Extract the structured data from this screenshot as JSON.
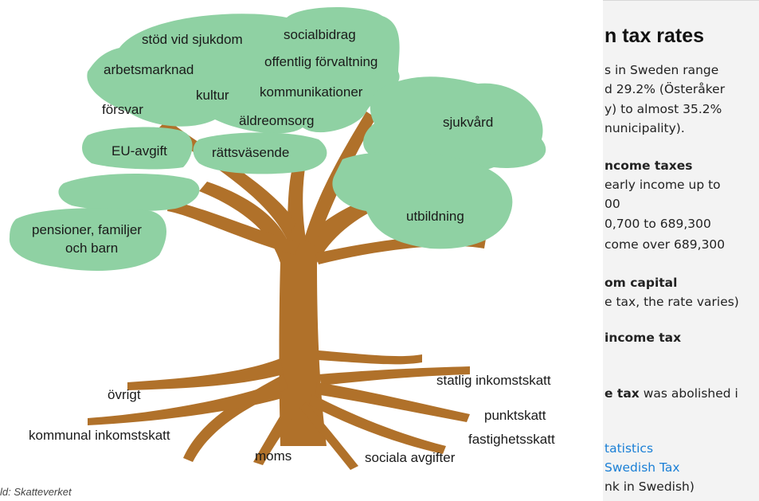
{
  "tree": {
    "canopy_labels": [
      "stöd vid sjukdom",
      "socialbidrag",
      "arbetsmarknad",
      "offentlig förvaltning",
      "kultur",
      "kommunikationer",
      "försvar",
      "äldreomsorg",
      "sjukvård",
      "EU-avgift",
      "rättsväsende",
      "utbildning",
      "pensioner, familjer",
      "och barn"
    ],
    "root_labels": [
      "övrigt",
      "statlig inkomstskatt",
      "punktskatt",
      "kommunal inkomstskatt",
      "fastighetsskatt",
      "moms",
      "sociala avgifter"
    ],
    "caption": "ld: Skatteverket",
    "colors": {
      "leaf": "#8fd1a3",
      "trunk": "#b0712a",
      "trunk_dark": "#8e5a22"
    }
  },
  "panel": {
    "title": "n tax rates",
    "lines": [
      "s in Sweden range",
      "d 29.2% (Österåker",
      "y) to almost 35.2%",
      "nunicipality).",
      "ncome taxes",
      "early income up to",
      "00",
      "0,700 to 689,300",
      "come over 689,300",
      "om capital",
      "e tax, the rate varies)",
      "income tax",
      "e tax",
      " was abolished i",
      "tatistics",
      "Swedish Tax",
      "nk in Swedish)"
    ],
    "colors": {
      "link": "#1a7fd6",
      "background": "#f3f3f3"
    }
  }
}
